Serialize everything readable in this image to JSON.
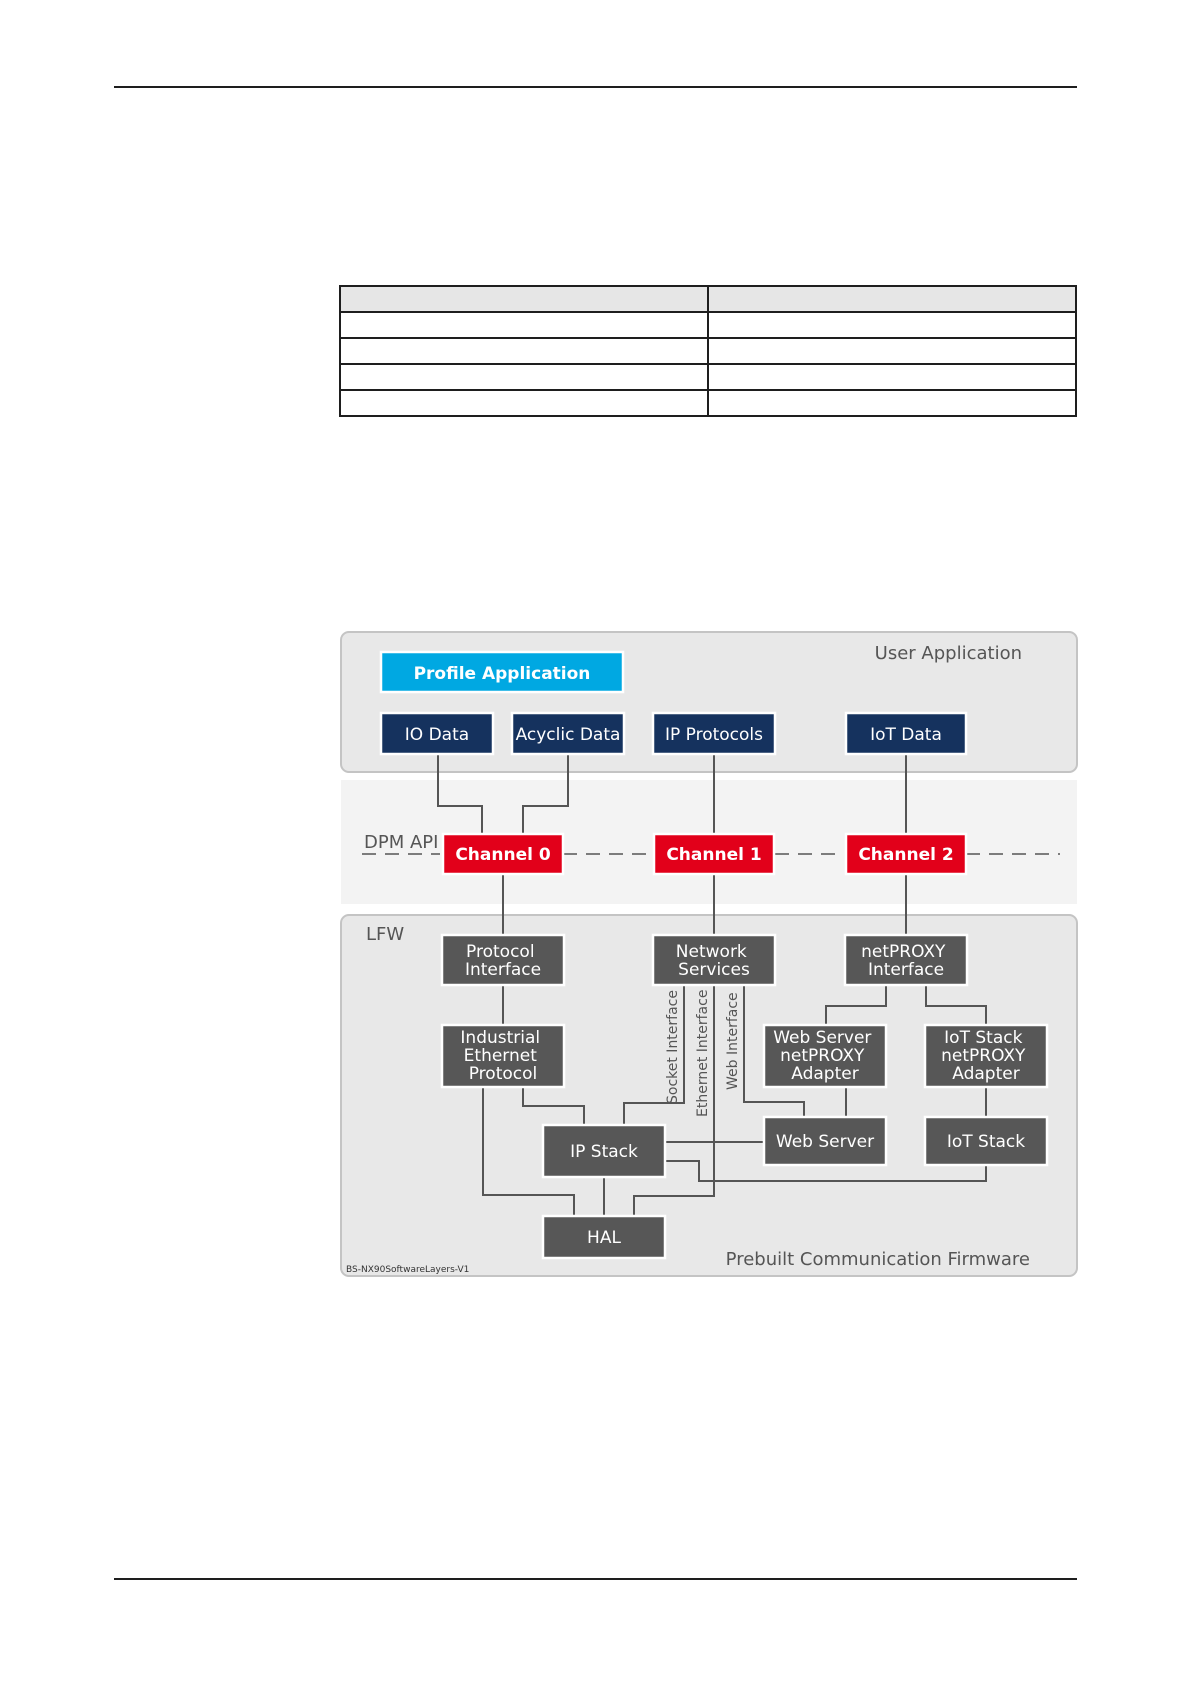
{
  "table": {
    "rows": [
      [
        "",
        ""
      ],
      [
        "",
        ""
      ],
      [
        "",
        ""
      ],
      [
        "",
        ""
      ],
      [
        "",
        ""
      ]
    ]
  },
  "figure": {
    "regions": {
      "user_application": "User Application",
      "lfw": "LFW",
      "prebuilt": "Prebuilt Communication Firmware",
      "dpm_api": "DPM API"
    },
    "boxes": {
      "profile_application": "Profile Application",
      "io_data": "IO Data",
      "acyclic_data": "Acyclic Data",
      "ip_protocols": "IP Protocols",
      "iot_data": "IoT Data",
      "channel_0": "Channel 0",
      "channel_1": "Channel 1",
      "channel_2": "Channel 2",
      "protocol_interface": [
        "Protocol",
        "Interface"
      ],
      "network_services": [
        "Network",
        "Services"
      ],
      "netproxy_interface": [
        "netPROXY",
        "Interface"
      ],
      "industrial_ethernet_protocol": [
        "Industrial",
        "Ethernet",
        "Protocol"
      ],
      "web_server_netproxy_adapter": [
        "Web Server",
        "netPROXY",
        "Adapter"
      ],
      "iot_stack_netproxy_adapter": [
        "IoT Stack",
        "netPROXY",
        "Adapter"
      ],
      "ip_stack": "IP Stack",
      "web_server": "Web Server",
      "iot_stack": "IoT Stack",
      "hal": "HAL"
    },
    "interfaces": {
      "socket_interface": "Socket Interface",
      "ethernet_interface": "Ethernet Interface",
      "web_interface": "Web Interface"
    },
    "figure_id": "BS-NX90SoftwareLayers-V1",
    "colors": {
      "dark_box": "#575757",
      "navy_box": "#15325e",
      "red_channel": "#e2001a",
      "cyan_box": "#00a8e2",
      "panel": "#e8e8e8"
    }
  }
}
